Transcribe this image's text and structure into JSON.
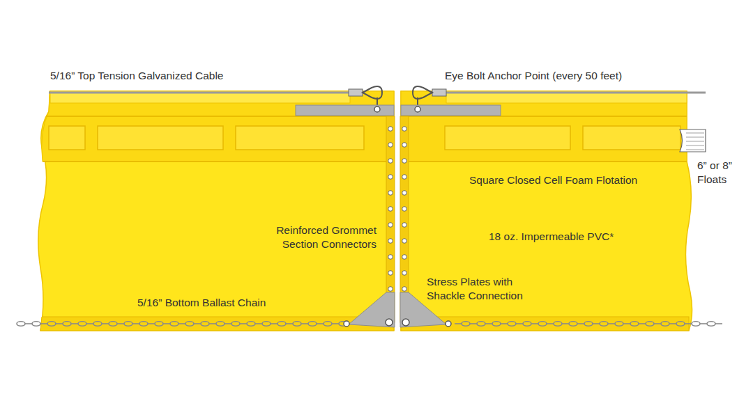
{
  "diagram": {
    "labels": [
      "5/16” Top Tension Galvanized Cable",
      "Eye Bolt Anchor Point (every 50 feet)",
      "6” or 8” Floats",
      "Square Closed Cell Foam Flotation",
      "Reinforced Grommet Section Connectors",
      "18 oz. Impermeable PVC*",
      "Stress Plates with Shackle Connection",
      "5/16” Bottom Ballast Chain"
    ]
  }
}
